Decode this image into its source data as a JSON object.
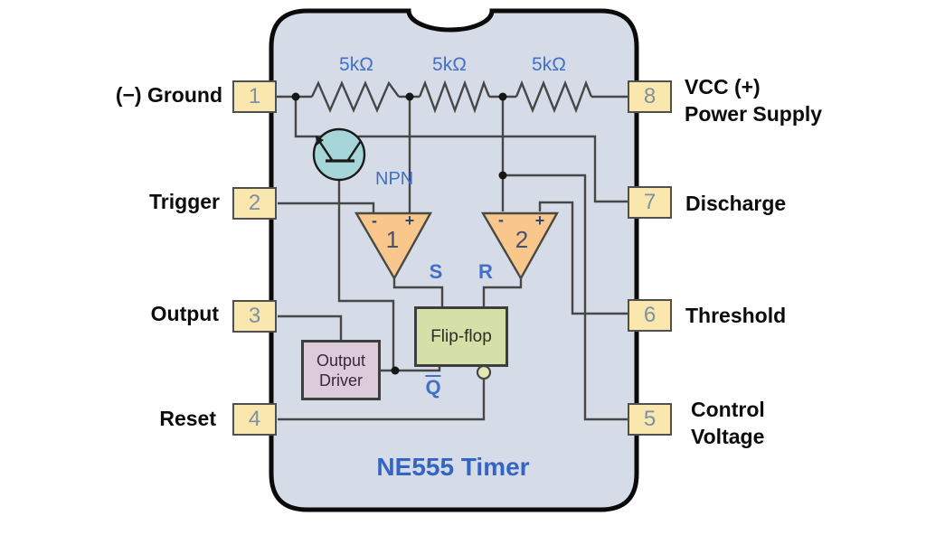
{
  "diagram": {
    "chip_title": "NE555 Timer",
    "resistor_labels": [
      "5kΩ",
      "5kΩ",
      "5kΩ"
    ],
    "transistor_label": "NPN",
    "comparator1": {
      "number": "1",
      "minus": "-",
      "plus": "+"
    },
    "comparator2": {
      "number": "2",
      "minus": "-",
      "plus": "+"
    },
    "flipflop": {
      "label": "Flip-flop",
      "set": "S",
      "reset": "R",
      "q_bar": "Q"
    },
    "output_driver": {
      "line1": "Output",
      "line2": "Driver"
    },
    "pins_left": [
      {
        "number": "1",
        "label": "(−) Ground"
      },
      {
        "number": "2",
        "label": "Trigger"
      },
      {
        "number": "3",
        "label": "Output"
      },
      {
        "number": "4",
        "label": "Reset"
      }
    ],
    "pins_right": [
      {
        "number": "8",
        "label_line1": "VCC (+)",
        "label_line2": "Power Supply"
      },
      {
        "number": "7",
        "label_line1": "Discharge",
        "label_line2": ""
      },
      {
        "number": "6",
        "label_line1": "Threshold",
        "label_line2": ""
      },
      {
        "number": "5",
        "label_line1": "Control",
        "label_line2": "Voltage"
      }
    ],
    "colors": {
      "chip_fill": "#d6dce7",
      "chip_border": "#0a0a0a",
      "pin_fill": "#f9e7ae",
      "pin_number": "#7f90a4",
      "wire": "#474747",
      "comparator_fill": "#f9c68c",
      "transistor_fill": "#a5d4d9",
      "flipflop_fill": "#d4e0a7",
      "output_driver_fill": "#dbcbdb",
      "blue_label": "#4170c6",
      "title_blue": "#3565c4"
    }
  }
}
